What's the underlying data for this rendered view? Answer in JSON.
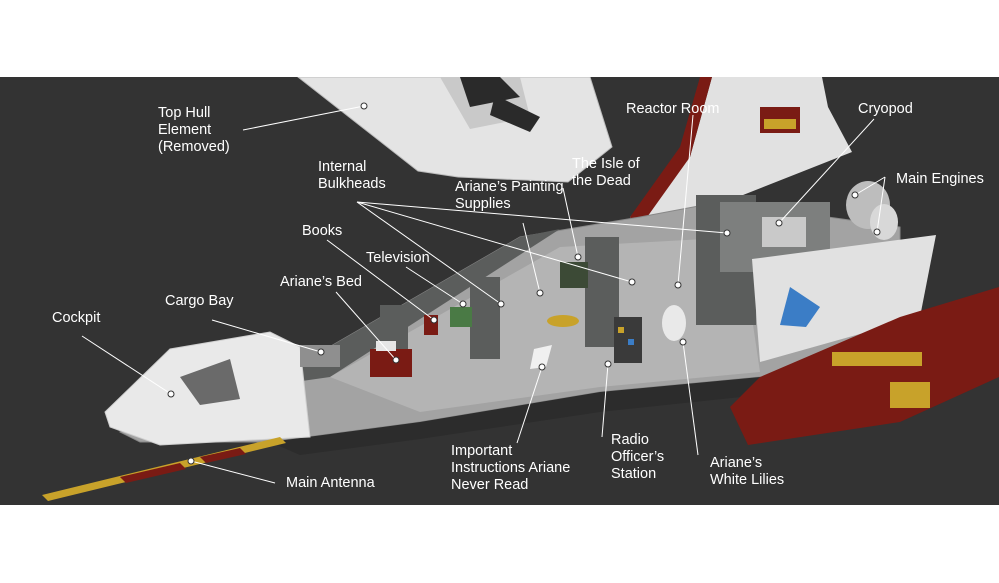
{
  "labels": {
    "top_hull": "Top Hull\nElement\n(Removed)",
    "reactor_room": "Reactor Room",
    "cryopod": "Cryopod",
    "main_engines": "Main Engines",
    "isle_of_dead": "The Isle of\nthe Dead",
    "internal_bulkheads": "Internal\nBulkheads",
    "painting_supplies": "Ariane’s Painting\nSupplies",
    "books": "Books",
    "television": "Television",
    "arianes_bed": "Ariane’s Bed",
    "cargo_bay": "Cargo Bay",
    "cockpit": "Cockpit",
    "important_instructions": "Important\nInstructions Ariane\nNever Read",
    "radio_officer": "Radio\nOfficer’s\nStation",
    "white_lilies": "Ariane’s\nWhite Lilies",
    "main_antenna": "Main Antenna"
  },
  "colors": {
    "background": "#333333",
    "hull_light_gray": "#a3a3a3",
    "hull_dark_gray": "#5b5d5c",
    "white_panel": "#e6e6e6",
    "dark_red": "#7a1b14",
    "gold": "#c8a22a",
    "label_text": "#ffffff"
  }
}
